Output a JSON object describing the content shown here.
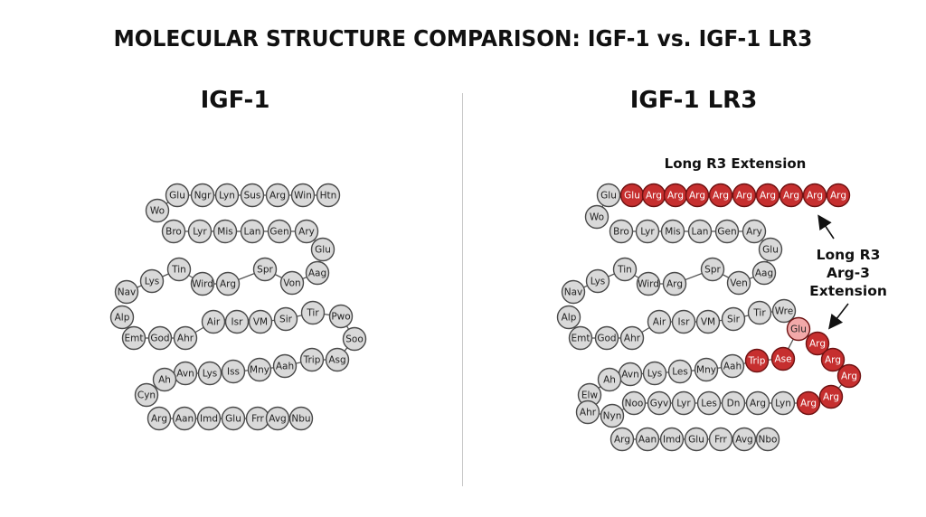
{
  "title": "MOLECULAR STRUCTURE COMPARISON: IGF-1 vs. IGF-1 LR3",
  "colors": {
    "residue_fill": "#d9d9d9",
    "residue_stroke": "#4a4a4a",
    "extension_fill": "#c62f2f",
    "extension_stroke": "#6e1212",
    "light_highlight_fill": "#f2a9a9",
    "text": "#111111"
  },
  "panels": [
    {
      "title": "IGF-1",
      "chain": {
        "row1": [
          "Wo",
          "Glu",
          "Ngr",
          "Lyn",
          "Sus",
          "Arg",
          "Win",
          "Htn"
        ],
        "row2": [
          "Bro",
          "Lyr",
          "Mis",
          "Lan",
          "Gen",
          "Ary",
          "Glu"
        ],
        "row3": [
          "Aag",
          "Von",
          "Spr",
          "Arg",
          "Wird",
          "Tin",
          "Lys",
          "Nav"
        ],
        "row4": [
          "Alp",
          "Emt",
          "God",
          "Ahr",
          "Air",
          "Isr",
          "VM",
          "Sir",
          "Tir",
          "Pwo",
          "Soo"
        ],
        "row5": [
          "Asg",
          "Trip",
          "Aah",
          "Mny",
          "Iss",
          "Lys",
          "Avn",
          "Ah",
          "Cyn"
        ],
        "row6": [
          "Arg",
          "Aan",
          "Imd",
          "Glu",
          "Frr",
          "Avg",
          "Nbu"
        ]
      }
    },
    {
      "title": "IGF-1 LR3",
      "extension_label": "Long R3 Extension",
      "extension_note": [
        "Long R3",
        "Arg-3",
        "Extension"
      ],
      "chain": {
        "row1": [
          "Wo",
          "Glu"
        ],
        "extension": [
          "Glu",
          "Arg",
          "Arg",
          "Arg",
          "Arg",
          "Arg",
          "Arg",
          "Arg",
          "Arg",
          "Arg"
        ],
        "row2": [
          "Bro",
          "Lyr",
          "Mis",
          "Lan",
          "Gen",
          "Ary",
          "Glu"
        ],
        "row3": [
          "Aag",
          "Ven",
          "Spr",
          "Arg",
          "Wird",
          "Tin",
          "Lys",
          "Nav"
        ],
        "row4": [
          "Alp",
          "Emt",
          "God",
          "Ahr",
          "Air",
          "Isr",
          "VM",
          "Sir",
          "Tir",
          "Wre"
        ],
        "highlight_glu": "Glu",
        "red_loop": [
          "Arg",
          "Arg",
          "Arg",
          "Arg",
          "Arg"
        ],
        "red_trip": [
          "Ase",
          "Trip"
        ],
        "row5": [
          "Aah",
          "Mny",
          "Les",
          "Lys",
          "Avn",
          "Ah",
          "Elw"
        ],
        "row6": [
          "Lyn",
          "Arg",
          "Dn",
          "Les",
          "Lyr",
          "Gyv",
          "Noo",
          "Nyn",
          "Ahr"
        ],
        "row7": [
          "Arg",
          "Aan",
          "Imd",
          "Glu",
          "Frr",
          "Avg",
          "Nbo"
        ]
      }
    }
  ]
}
